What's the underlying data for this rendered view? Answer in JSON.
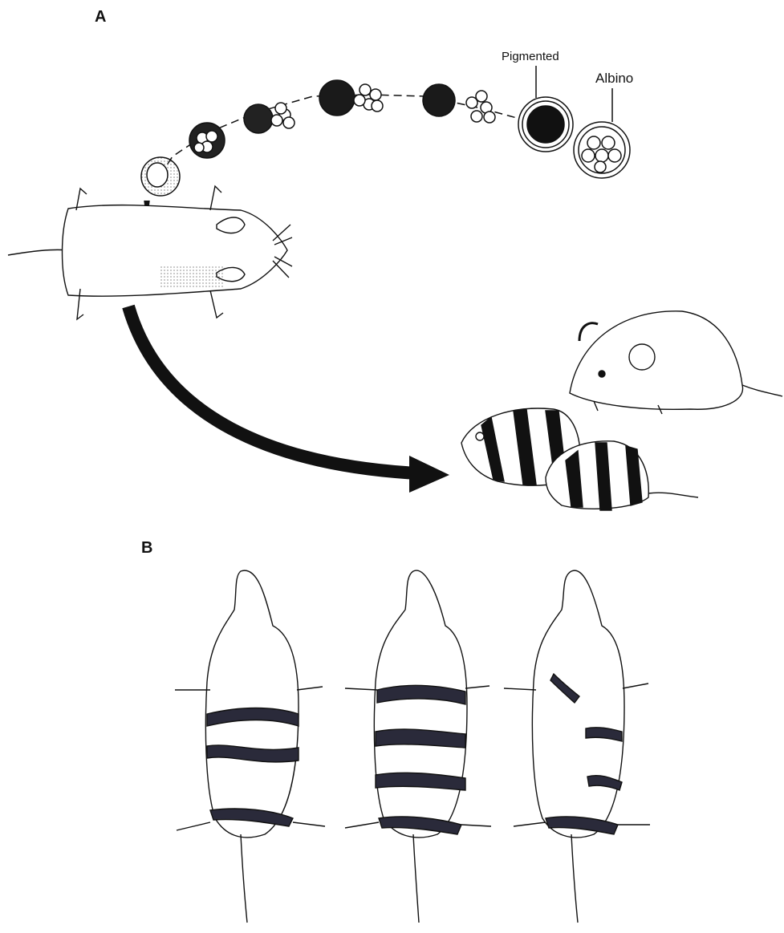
{
  "panels": {
    "a": "A",
    "b": "B"
  },
  "labels": {
    "pigmented": "Pigmented",
    "albino": "Albino"
  },
  "colors": {
    "ink": "#111111",
    "stripe": "#2a2a3a",
    "paper": "#ffffff"
  },
  "icons": {
    "embryo_chain": "embryo-cell-cluster-icon",
    "host_mouse": "mouse-topview-icon",
    "arrow": "curved-arrow-icon",
    "offspring": "striped-chimera-mouse-icon"
  }
}
